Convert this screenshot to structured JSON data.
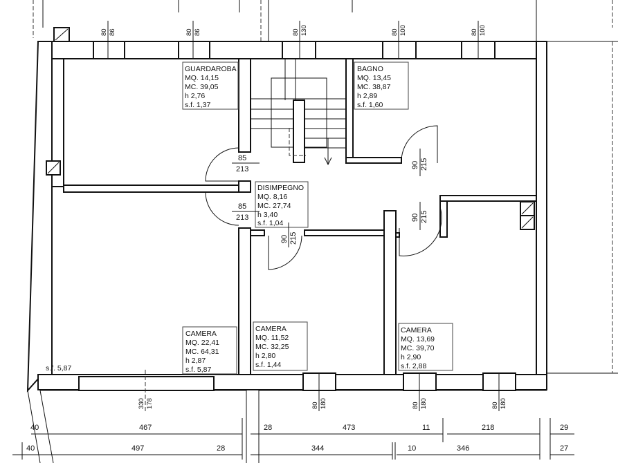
{
  "rooms": {
    "guardaroba": {
      "name": "GUARDAROBA",
      "mq": "MQ. 14,15",
      "mc": "MC. 39,05",
      "h": "h 2,76",
      "sf": "s.f. 1,37"
    },
    "bagno": {
      "name": "BAGNO",
      "mq": "MQ. 13,45",
      "mc": "MC. 38,87",
      "h": "h 2,89",
      "sf": "s.f. 1,60"
    },
    "disimpegno": {
      "name": "DISIMPEGNO",
      "mq": "MQ. 8,16",
      "mc": "MC. 27,74",
      "h": "h 3,40",
      "sf": "s.f. 1,04"
    },
    "camera_left": {
      "name": "CAMERA",
      "mq": "MQ. 22,41",
      "mc": "MC. 64,31",
      "h": "h 2,87",
      "sf": "s.f. 5,87",
      "extra_sf": "s.f. 5,87"
    },
    "camera_mid": {
      "name": "CAMERA",
      "mq": "MQ. 11,52",
      "mc": "MC. 32,25",
      "h": "h 2,80",
      "sf": "s.f. 1,44"
    },
    "camera_right": {
      "name": "CAMERA",
      "mq": "MQ. 13,69",
      "mc": "MC. 39,70",
      "h": "h 2,90",
      "sf": "s.f. 2,88"
    }
  },
  "windows_top": [
    {
      "w": "80",
      "h": "86"
    },
    {
      "w": "80",
      "h": "86"
    },
    {
      "w": "80",
      "h": "130"
    },
    {
      "w": "80",
      "h": "100"
    },
    {
      "w": "80",
      "h": "100"
    }
  ],
  "windows_bottom": [
    {
      "w": "330",
      "h": "178"
    },
    {
      "w": "80",
      "h": "180"
    },
    {
      "w": "80",
      "h": "180"
    },
    {
      "w": "80",
      "h": "180"
    }
  ],
  "doors": [
    {
      "w": "85",
      "h": "213"
    },
    {
      "w": "85",
      "h": "213"
    },
    {
      "w": "90",
      "h": "215"
    },
    {
      "w": "90",
      "h": "215"
    },
    {
      "w": "90",
      "h": "215"
    }
  ],
  "dimension_row1": [
    "40",
    "467",
    "28",
    "473",
    "11",
    "218",
    "29"
  ],
  "dimension_row2": [
    "40",
    "497",
    "28",
    "344",
    "10",
    "346",
    "27"
  ]
}
